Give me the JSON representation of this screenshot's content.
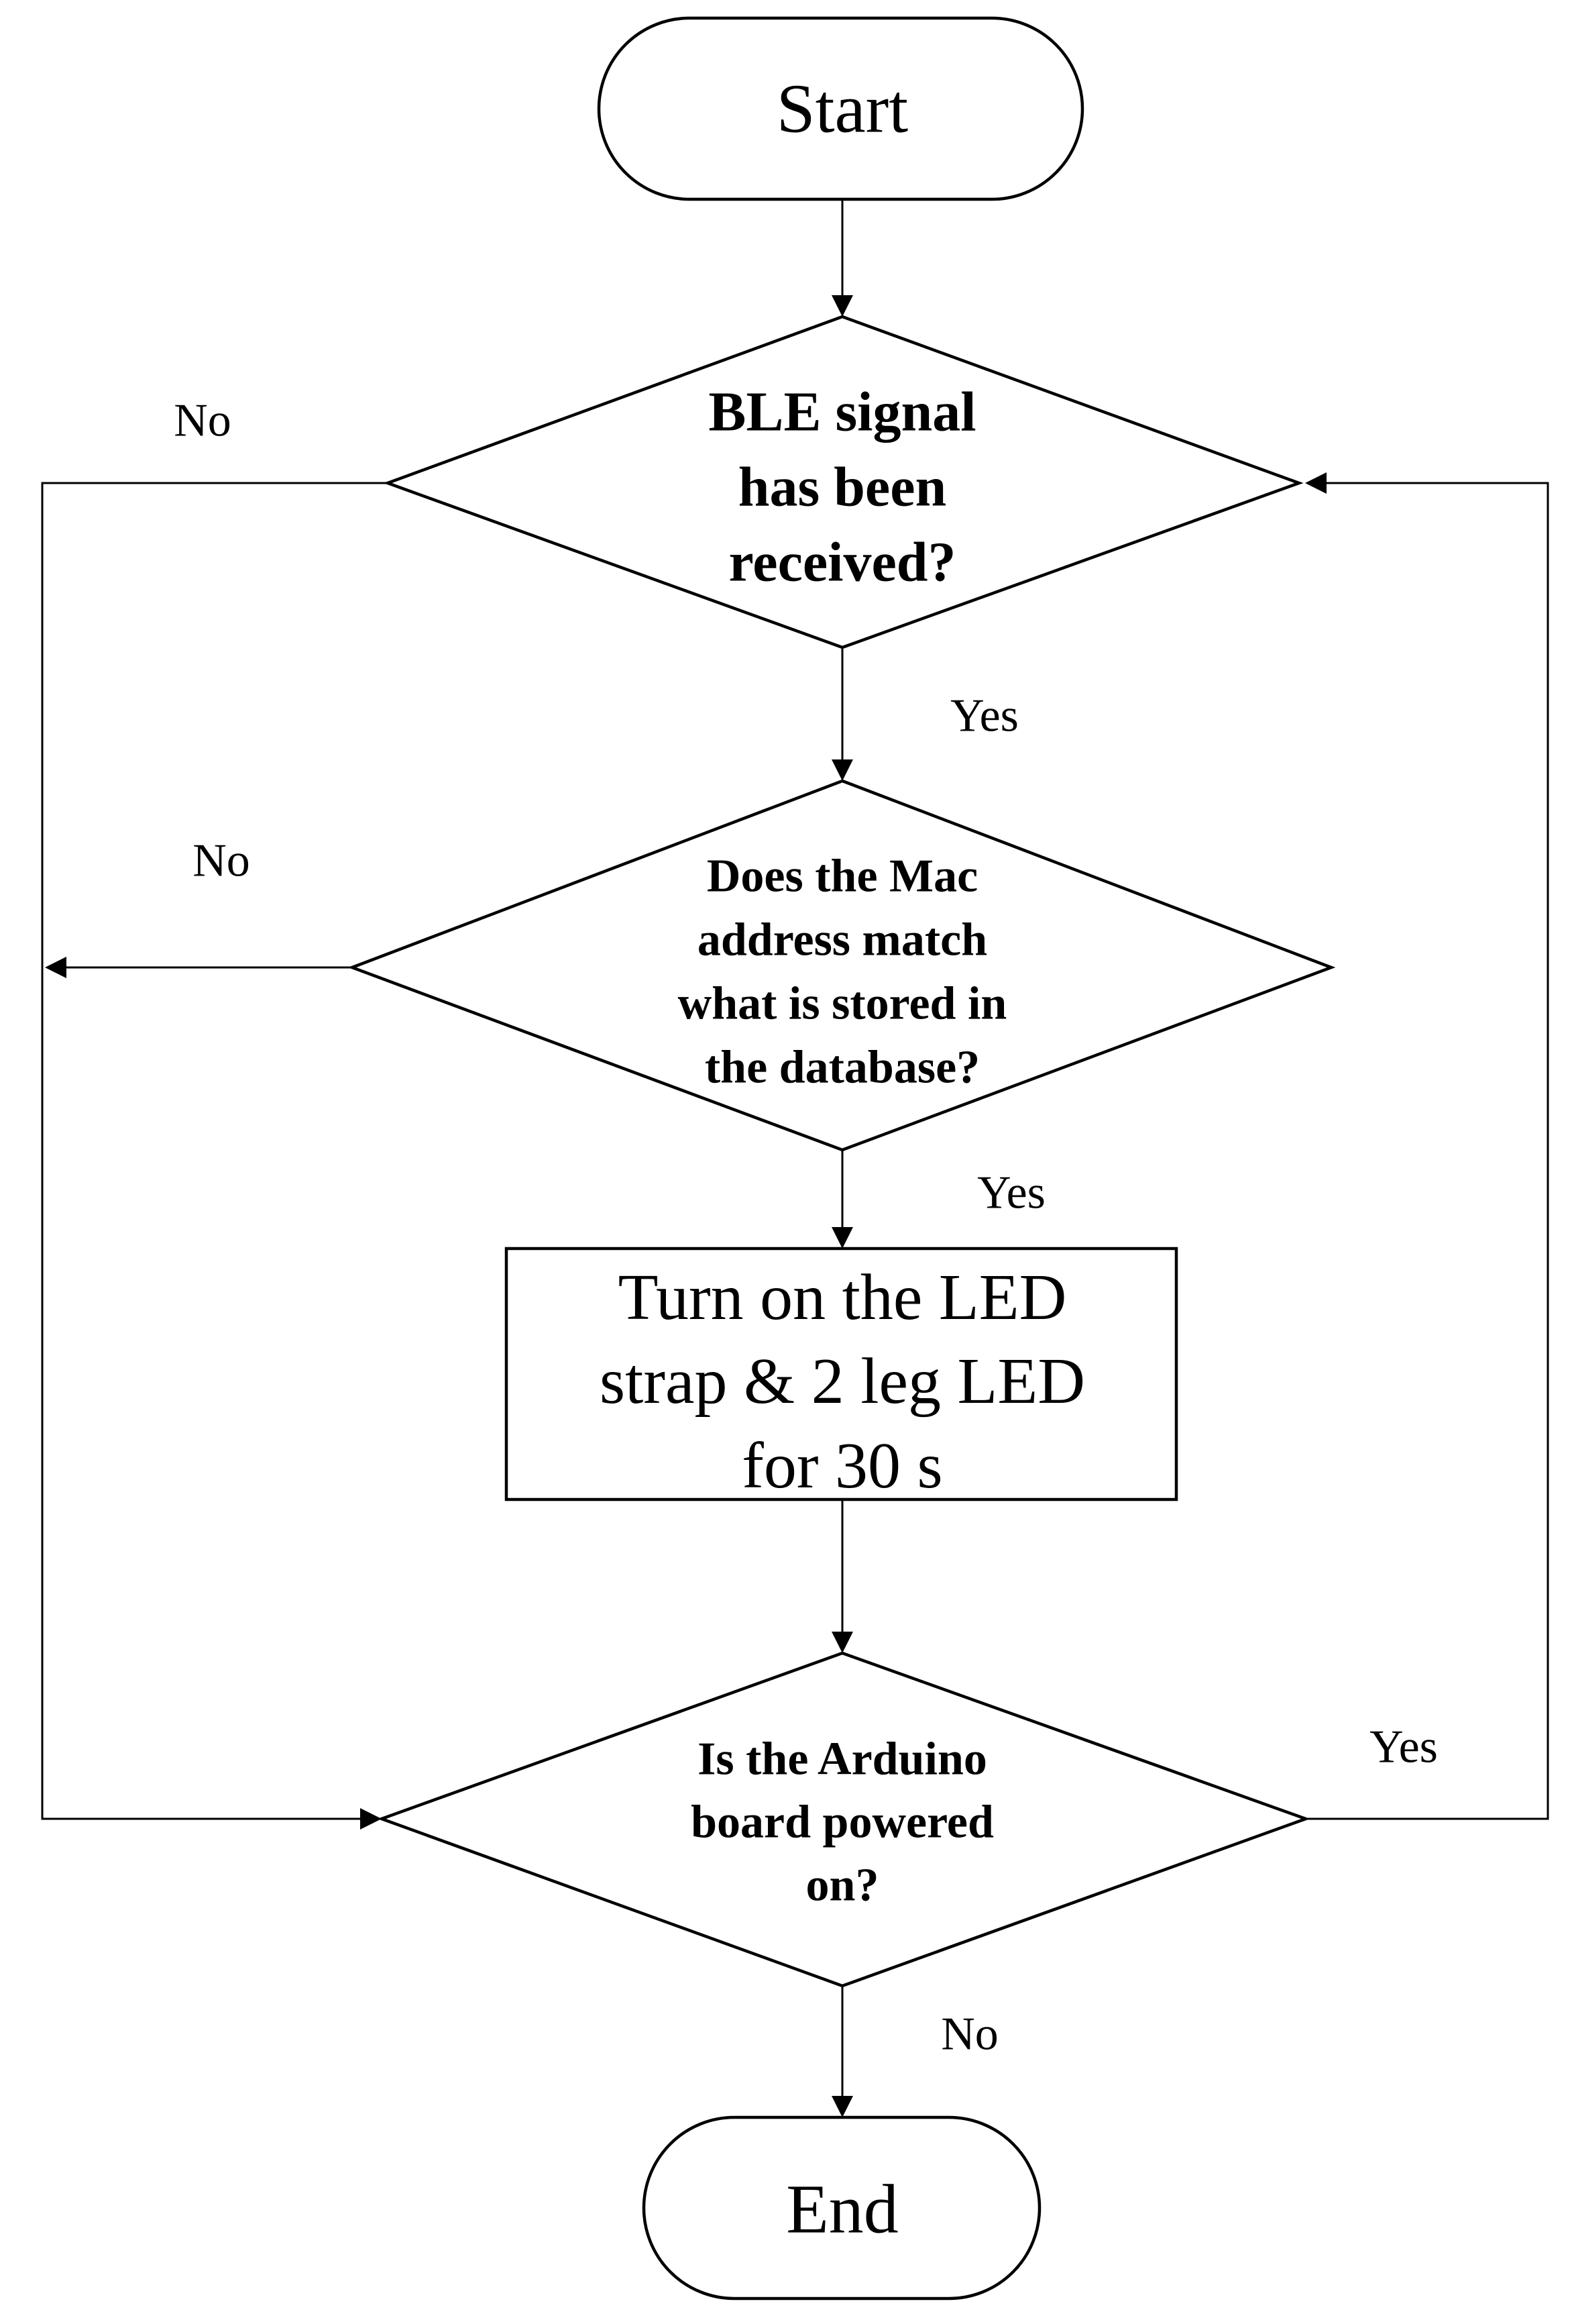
{
  "nodes": {
    "start": {
      "label": "Start"
    },
    "ble_check": {
      "lines": [
        "BLE signal",
        "has been",
        "received?"
      ]
    },
    "mac_check": {
      "lines": [
        "Does the Mac",
        "address match",
        "what is stored in",
        "the database?"
      ]
    },
    "led_action": {
      "lines": [
        "Turn on the LED",
        "strap & 2 leg LED",
        "for 30 s"
      ]
    },
    "power_check": {
      "lines": [
        "Is the Arduino",
        "board powered",
        "on?"
      ]
    },
    "end": {
      "label": "End"
    }
  },
  "edge_labels": {
    "ble_no": "No",
    "ble_yes": "Yes",
    "mac_no": "No",
    "mac_yes": "Yes",
    "power_yes": "Yes",
    "power_no": "No"
  }
}
